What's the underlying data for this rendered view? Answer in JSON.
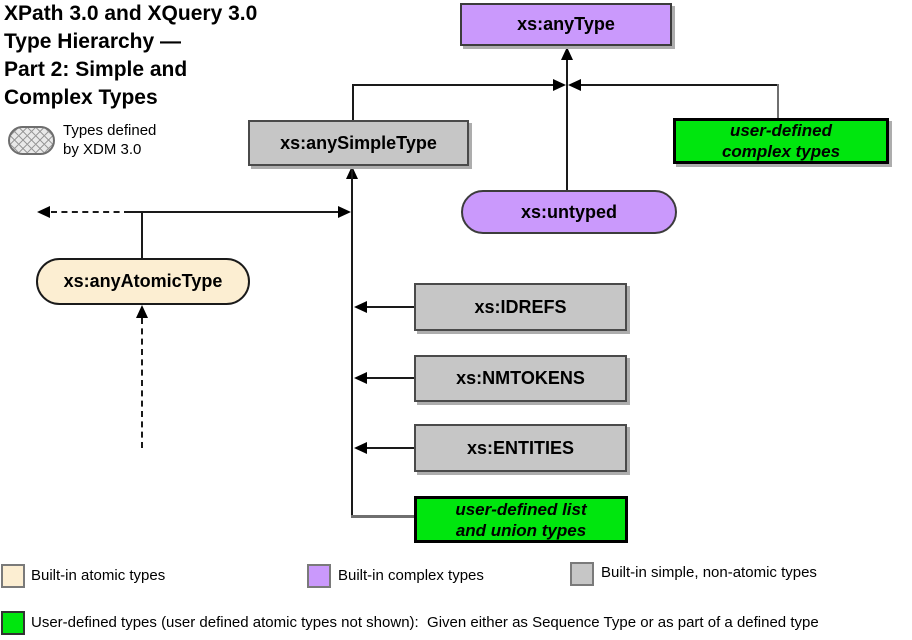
{
  "title": "XPath 3.0 and XQuery 3.0\nType Hierarchy —\nPart 2: Simple and\nComplex Types",
  "xdm_note": {
    "label": "Types defined\nby XDM 3.0"
  },
  "nodes": {
    "any_type": "xs:anyType",
    "any_simple_type": "xs:anySimpleType",
    "user_complex": "user-defined\ncomplex types",
    "untyped": "xs:untyped",
    "any_atomic": "xs:anyAtomicType",
    "idrefs": "xs:IDREFS",
    "nmtokens": "xs:NMTOKENS",
    "entities": "xs:ENTITIES",
    "user_list": "user-defined list\nand union types"
  },
  "legend": {
    "atomic": "Built-in atomic types",
    "complex": "Built-in complex types",
    "simple": "Built-in simple, non-atomic types",
    "user_defined": "User-defined types (user defined atomic types not shown):  Given either as Sequence Type or as part of a defined type"
  },
  "colors": {
    "built_in_atomic": "#FCEED2",
    "built_in_complex": "#CA99FC",
    "built_in_simple": "#C6C6C6",
    "user_defined": "#00E60E",
    "connector": "#1a1a1a"
  }
}
